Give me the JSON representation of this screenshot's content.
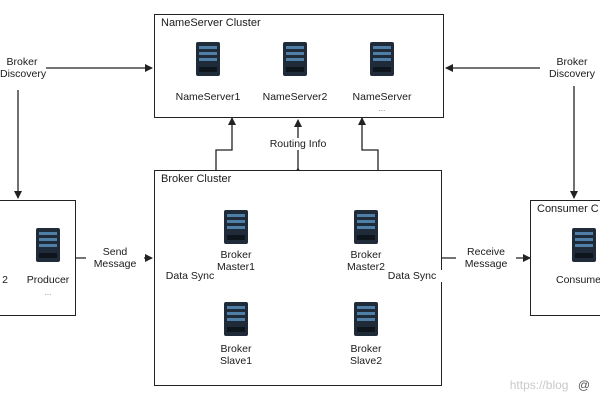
{
  "clusters": {
    "nameserver": "NameServer Cluster",
    "broker": "Broker Cluster",
    "consumer": "Consumer C",
    "producer_prefix": "2"
  },
  "nodes": {
    "nameserver1": "NameServer1",
    "nameserver2": "NameServer2",
    "nameserver3": "NameServer",
    "nameserver3_sub": "...",
    "producer": "Producer",
    "producer_sub": "...",
    "consumer": "Consumer",
    "broker_master1": [
      "Broker",
      "Master1"
    ],
    "broker_master2": [
      "Broker",
      "Master2"
    ],
    "broker_slave1": [
      "Broker",
      "Slave1"
    ],
    "broker_slave2": [
      "Broker",
      "Slave2"
    ]
  },
  "edges": {
    "broker_discovery_left": [
      "Broker",
      "Discovery"
    ],
    "broker_discovery_right": [
      "Broker",
      "Discovery"
    ],
    "routing_info": "Routing Info",
    "send_message": [
      "Send",
      "Message"
    ],
    "receive_message": [
      "Receive",
      "Message"
    ],
    "data_sync_left": "Data Sync",
    "data_sync_right": "Data Sync"
  },
  "watermark": "https://blog",
  "watermark_mark": "@"
}
